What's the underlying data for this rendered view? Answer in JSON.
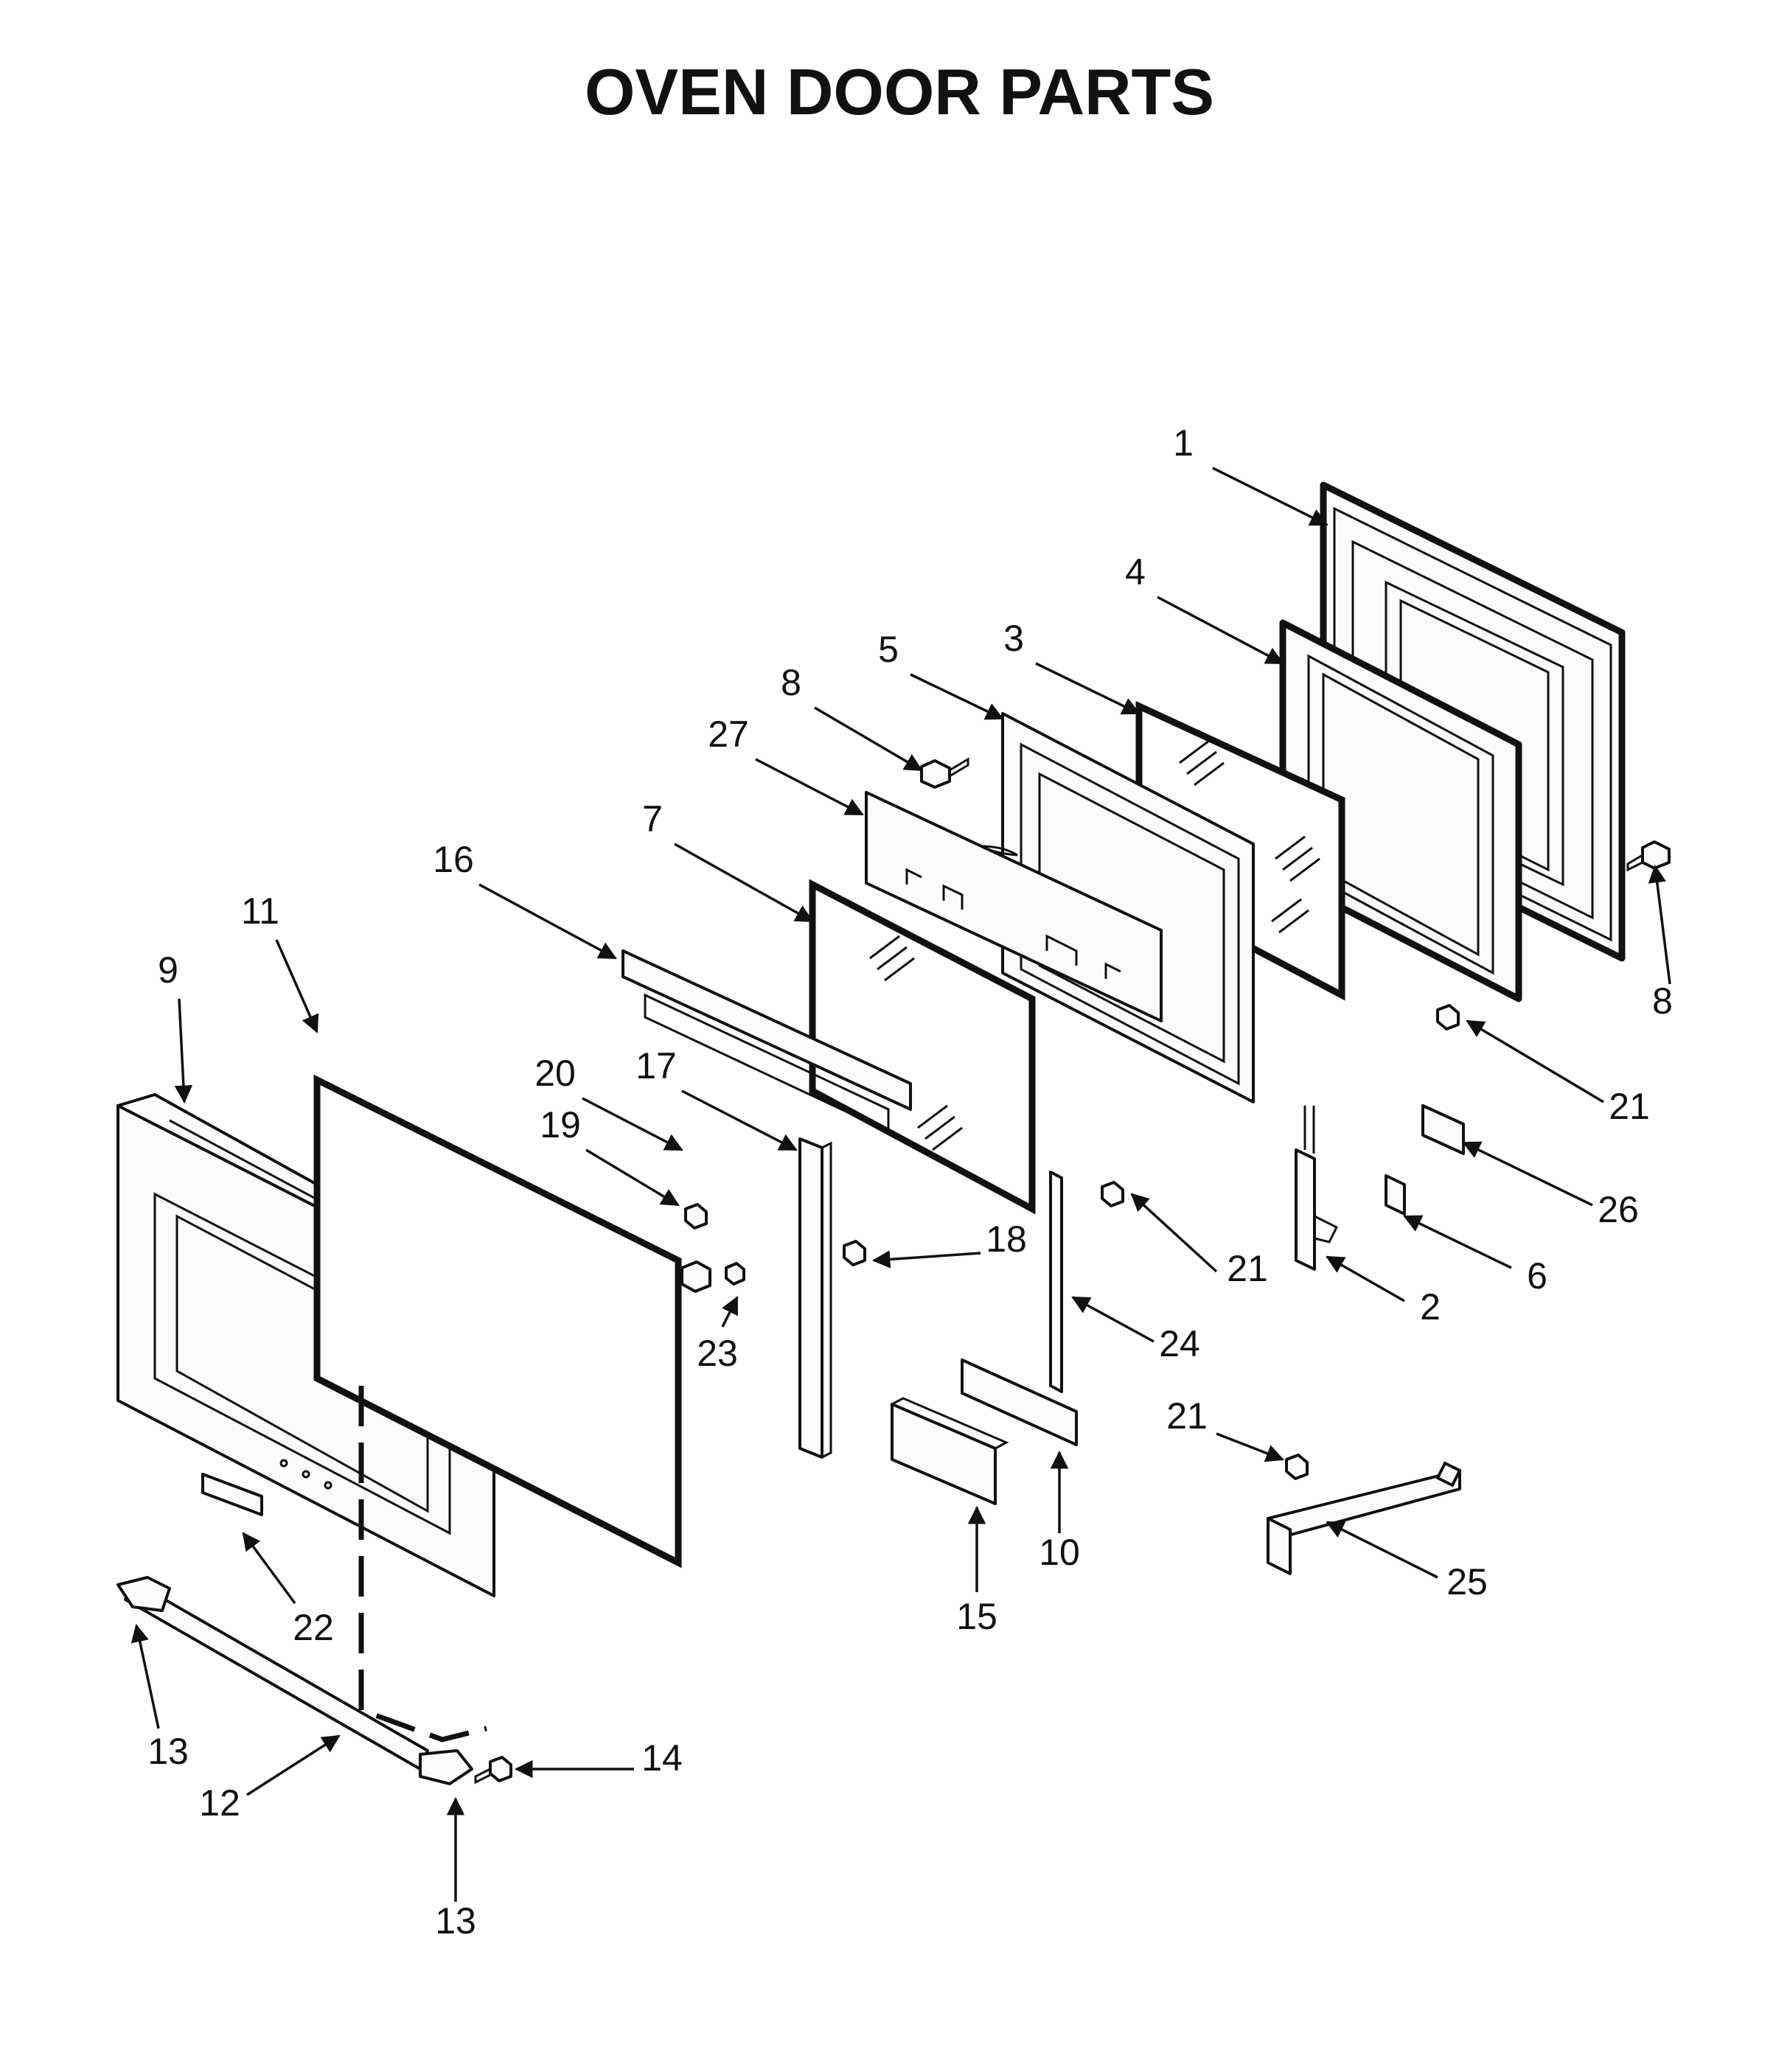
{
  "title": "OVEN DOOR PARTS",
  "callouts": [
    {
      "id": "c1",
      "label": "1"
    },
    {
      "id": "c2",
      "label": "2"
    },
    {
      "id": "c3",
      "label": "3"
    },
    {
      "id": "c4",
      "label": "4"
    },
    {
      "id": "c5",
      "label": "5"
    },
    {
      "id": "c6",
      "label": "6"
    },
    {
      "id": "c7",
      "label": "7"
    },
    {
      "id": "c8a",
      "label": "8"
    },
    {
      "id": "c8b",
      "label": "8"
    },
    {
      "id": "c9",
      "label": "9"
    },
    {
      "id": "c10",
      "label": "10"
    },
    {
      "id": "c11",
      "label": "11"
    },
    {
      "id": "c12",
      "label": "12"
    },
    {
      "id": "c13a",
      "label": "13"
    },
    {
      "id": "c13b",
      "label": "13"
    },
    {
      "id": "c14",
      "label": "14"
    },
    {
      "id": "c15",
      "label": "15"
    },
    {
      "id": "c16",
      "label": "16"
    },
    {
      "id": "c17",
      "label": "17"
    },
    {
      "id": "c18",
      "label": "18"
    },
    {
      "id": "c19",
      "label": "19"
    },
    {
      "id": "c20",
      "label": "20"
    },
    {
      "id": "c21a",
      "label": "21"
    },
    {
      "id": "c21b",
      "label": "21"
    },
    {
      "id": "c21c",
      "label": "21"
    },
    {
      "id": "c22",
      "label": "22"
    },
    {
      "id": "c23",
      "label": "23"
    },
    {
      "id": "c24",
      "label": "24"
    },
    {
      "id": "c25",
      "label": "25"
    },
    {
      "id": "c26",
      "label": "26"
    },
    {
      "id": "c27",
      "label": "27"
    }
  ]
}
